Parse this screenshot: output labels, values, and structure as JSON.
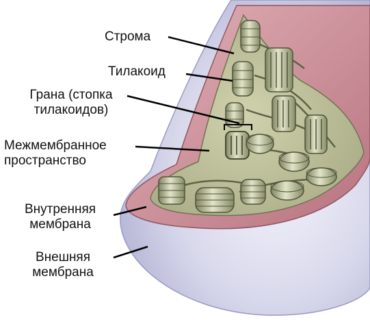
{
  "labels": {
    "stroma": "Строма",
    "thylakoid": "Тилакоид",
    "grana": [
      "Грана (стопка",
      "тилакоидов)"
    ],
    "intermembrane": [
      "Межмембранное",
      "пространство"
    ],
    "inner_membrane": [
      "Внутренняя",
      "мембрана"
    ],
    "outer_membrane": [
      "Внешняя",
      "мембрана"
    ]
  },
  "colors": {
    "outer_membrane": "#d3d3ea",
    "inner_membrane": "#c98f98",
    "stroma": "#c7c9a4",
    "thylakoid": "#a8ad86",
    "leader_line": "#000000"
  }
}
